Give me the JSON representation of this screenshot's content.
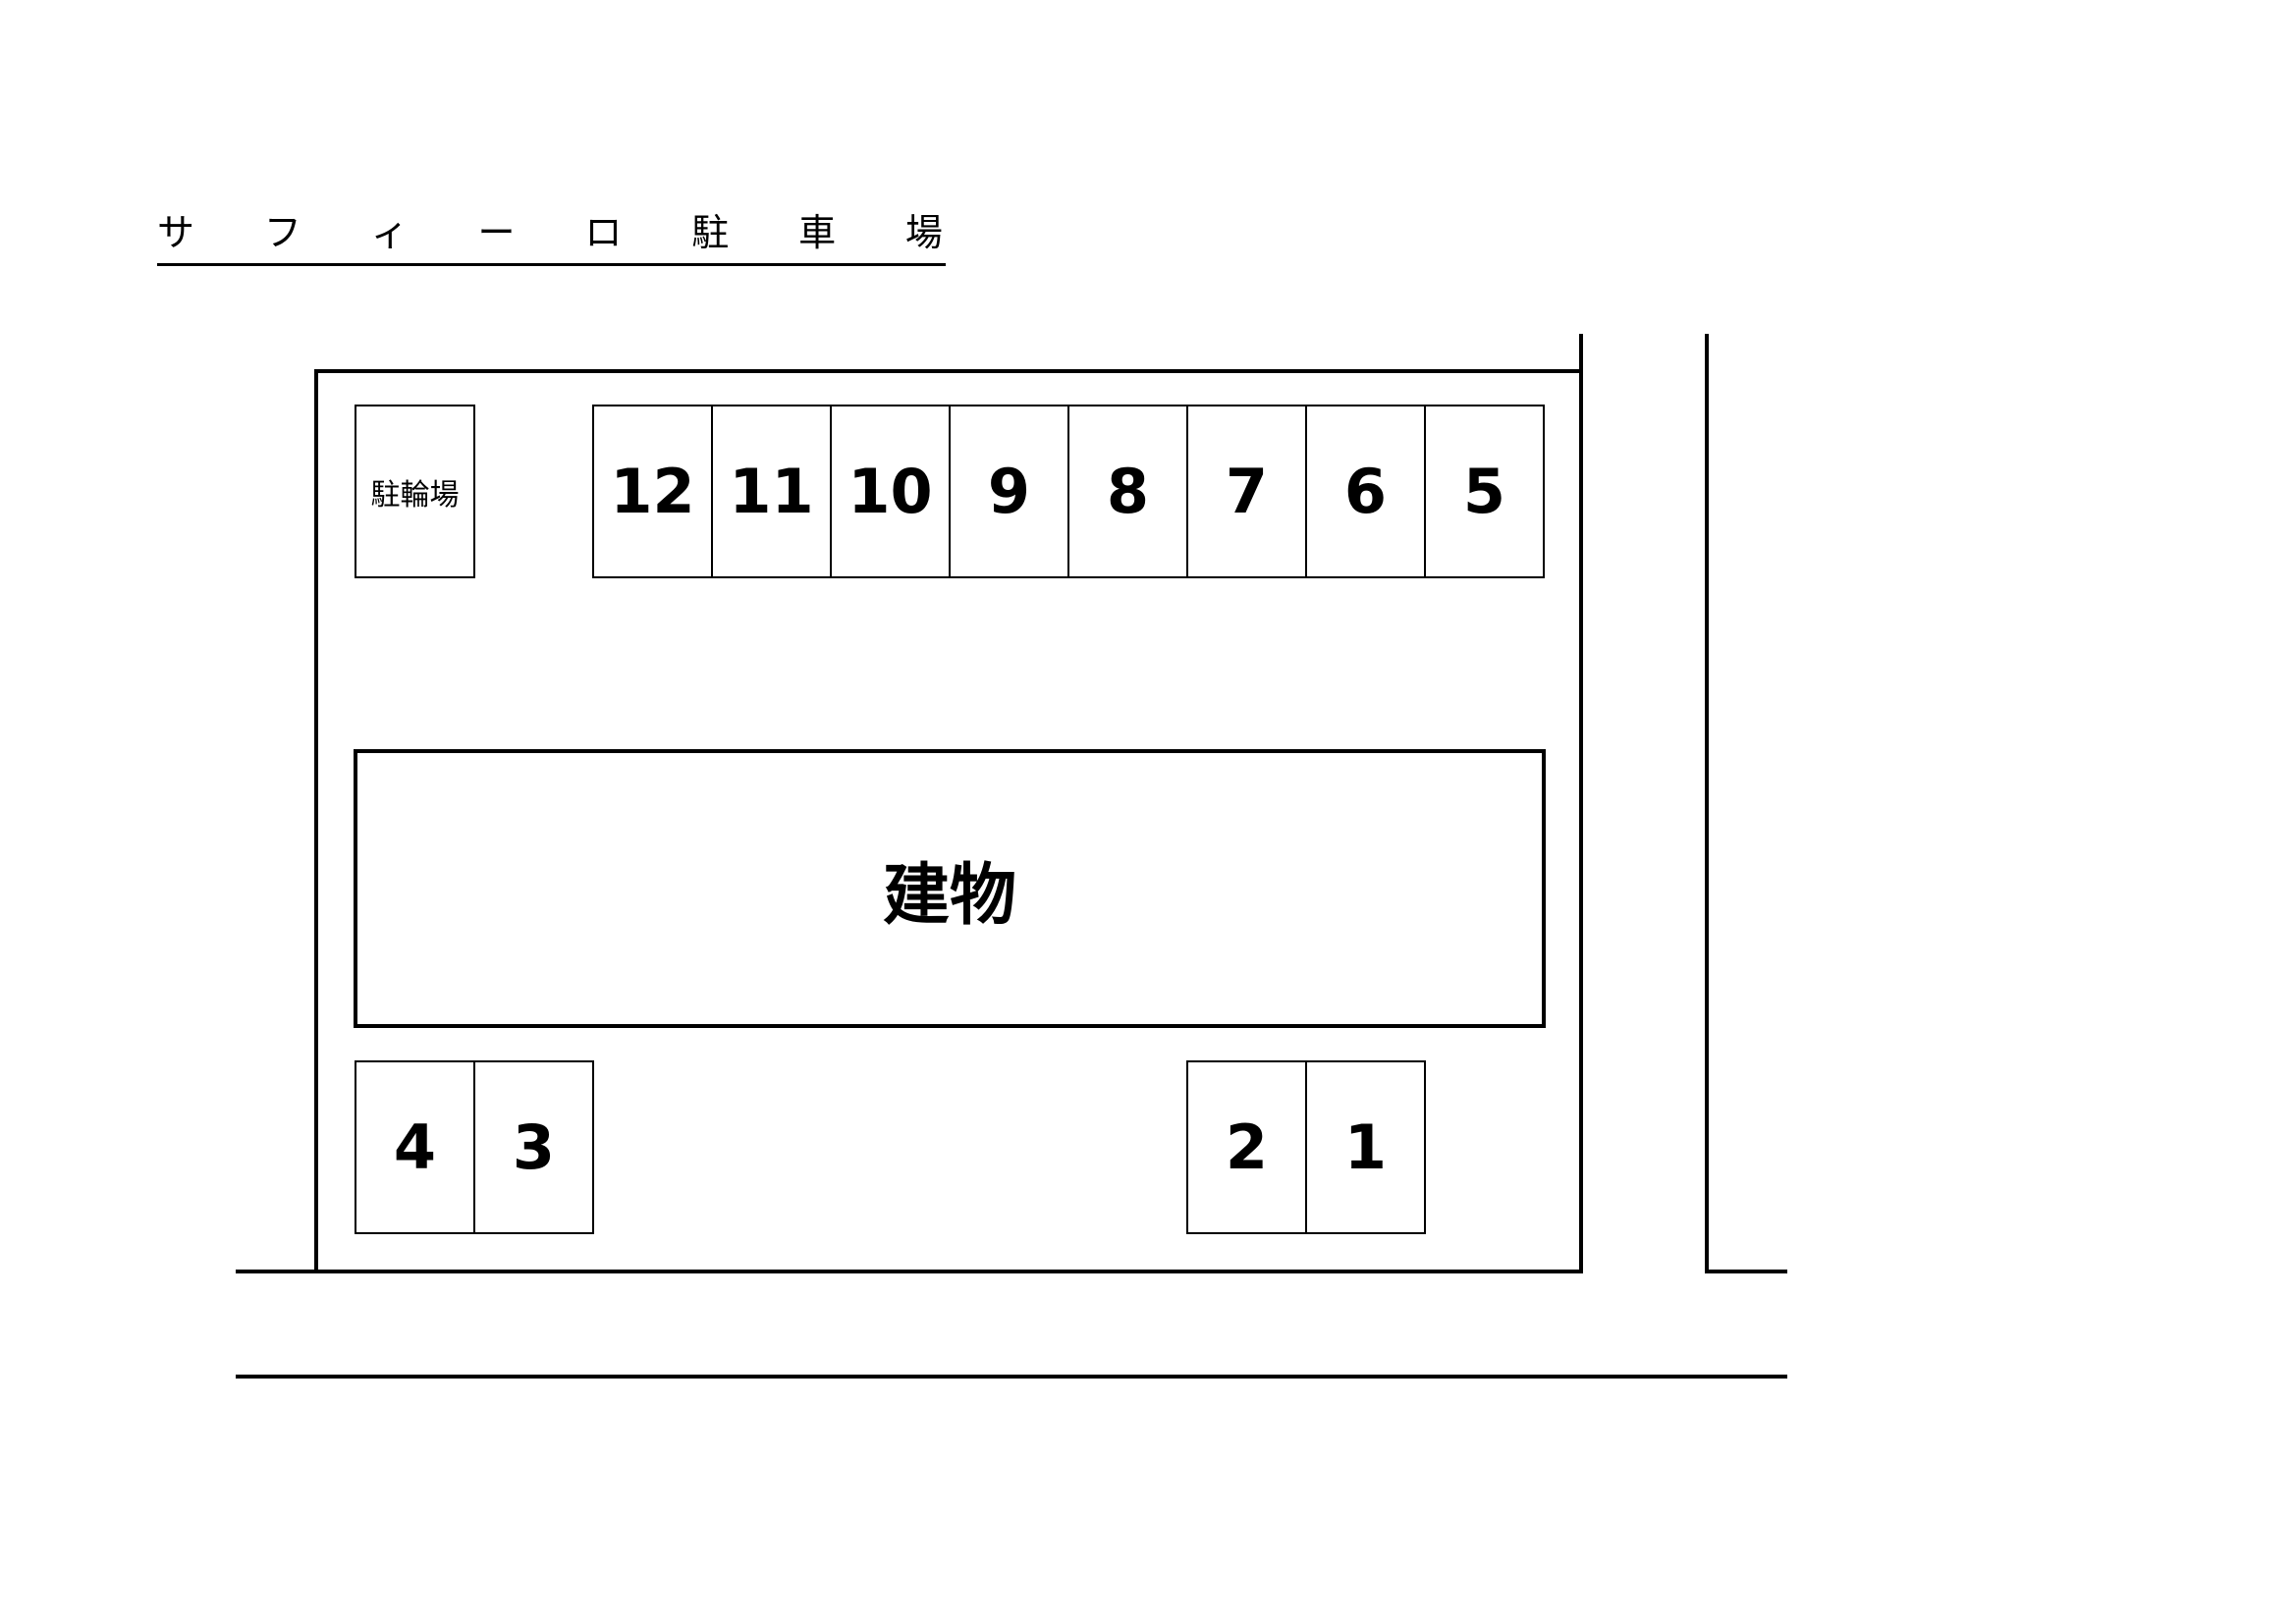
{
  "title": {
    "chars": [
      "サ",
      "フ",
      "ィ",
      "ー",
      "ロ",
      "駐",
      "車",
      "場"
    ]
  },
  "bicycle_parking": {
    "label": "駐輪場"
  },
  "building": {
    "label": "建物"
  },
  "slots_top": [
    "12",
    "11",
    "10",
    "9",
    "8",
    "7",
    "6",
    "5"
  ],
  "slots_bottom_left": [
    "4",
    "3"
  ],
  "slots_bottom_right": [
    "2",
    "1"
  ],
  "colors": {
    "line": "#000000",
    "background": "#ffffff"
  }
}
